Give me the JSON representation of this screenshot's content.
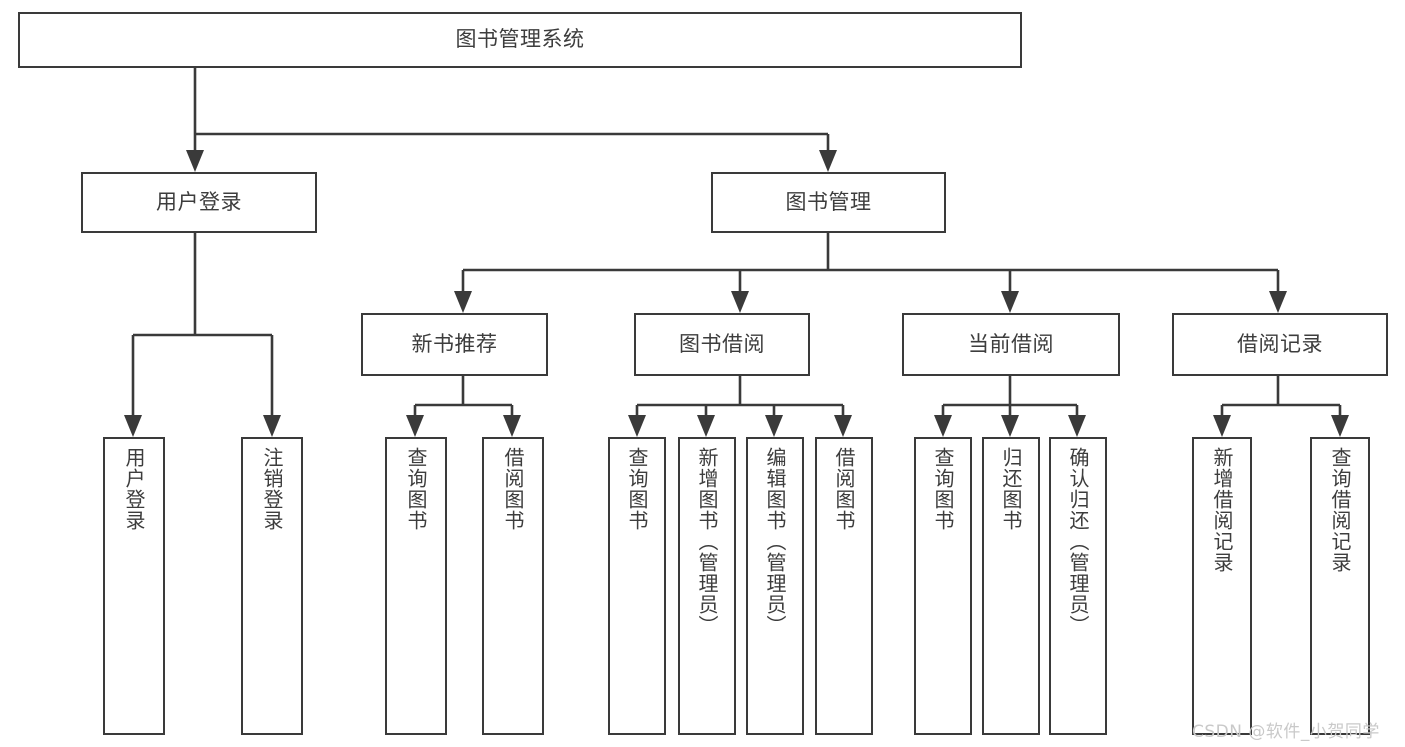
{
  "diagram": {
    "type": "tree-hierarchy-chart",
    "title": "图书管理系统",
    "watermark": "CSDN @软件_小贺同学",
    "colors": {
      "box_border": "#3a3a3a",
      "box_fill": "#ffffff",
      "text": "#3d3d3d",
      "connector": "#3a3a3a",
      "watermark": "#c9c9c9",
      "background": "#ffffff"
    },
    "root": {
      "label": "图书管理系统"
    },
    "level2": [
      {
        "label": "用户登录"
      },
      {
        "label": "图书管理"
      }
    ],
    "level3": [
      {
        "label": "新书推荐"
      },
      {
        "label": "图书借阅"
      },
      {
        "label": "当前借阅"
      },
      {
        "label": "借阅记录"
      }
    ],
    "leaves": {
      "user_login": [
        {
          "label": "用户登录"
        },
        {
          "label": "注销登录"
        }
      ],
      "new_book_recommend": [
        {
          "label": "查询图书"
        },
        {
          "label": "借阅图书"
        }
      ],
      "book_borrow": [
        {
          "label": "查询图书"
        },
        {
          "label": "新增图书（管理员）"
        },
        {
          "label": "编辑图书（管理员）"
        },
        {
          "label": "借阅图书"
        }
      ],
      "current_borrow": [
        {
          "label": "查询图书"
        },
        {
          "label": "归还图书"
        },
        {
          "label": "确认归还（管理员）"
        }
      ],
      "borrow_record": [
        {
          "label": "新增借阅记录"
        },
        {
          "label": "查询借阅记录"
        }
      ]
    }
  }
}
